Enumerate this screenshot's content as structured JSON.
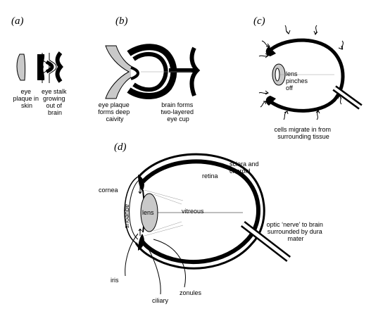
{
  "panels": {
    "a": "(a)",
    "b": "(b)",
    "c": "(c)",
    "d": "(d)"
  },
  "labels": {
    "a_plaque": [
      "eye",
      "plaque in",
      "skin"
    ],
    "a_stalk": [
      "eye stalk",
      "growing",
      "out of",
      "brain"
    ],
    "b_cavity": [
      "eye plaque",
      "forms deep",
      "caivity"
    ],
    "b_cup": [
      "brain forms",
      "two-layered",
      "eye cup"
    ],
    "c_lens": [
      "lens",
      "pinches",
      "off"
    ],
    "c_cells": [
      "cells migrate in from",
      "surrounding tissue"
    ],
    "d_sclera": [
      "sclera and",
      "choroid"
    ],
    "d_retina": "retina",
    "d_cornea": "cornea",
    "d_aqueous": "aqueous",
    "d_lens": "lens",
    "d_vitreous": "vitreous",
    "d_optic": [
      "optic ‘nerve’ to brain",
      "surrounded by dura",
      "mater"
    ],
    "d_iris": "iris",
    "d_ciliary": "ciliary",
    "d_zonules": "zonules"
  }
}
